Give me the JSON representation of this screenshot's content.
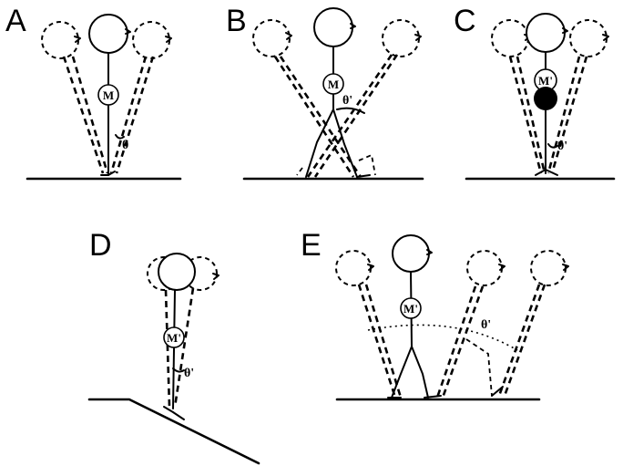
{
  "panels": [
    {
      "id": "A",
      "label": "A",
      "mass_label": "M",
      "angle_label": "θ"
    },
    {
      "id": "B",
      "label": "B",
      "mass_label": "M",
      "angle_label": "θ'"
    },
    {
      "id": "C",
      "label": "C",
      "mass_label": "M'",
      "angle_label": "θ'"
    },
    {
      "id": "D",
      "label": "D",
      "mass_label": "M'",
      "angle_label": "θ'"
    },
    {
      "id": "E",
      "label": "E",
      "mass_label": "M'",
      "angle_label": "θ'"
    }
  ]
}
